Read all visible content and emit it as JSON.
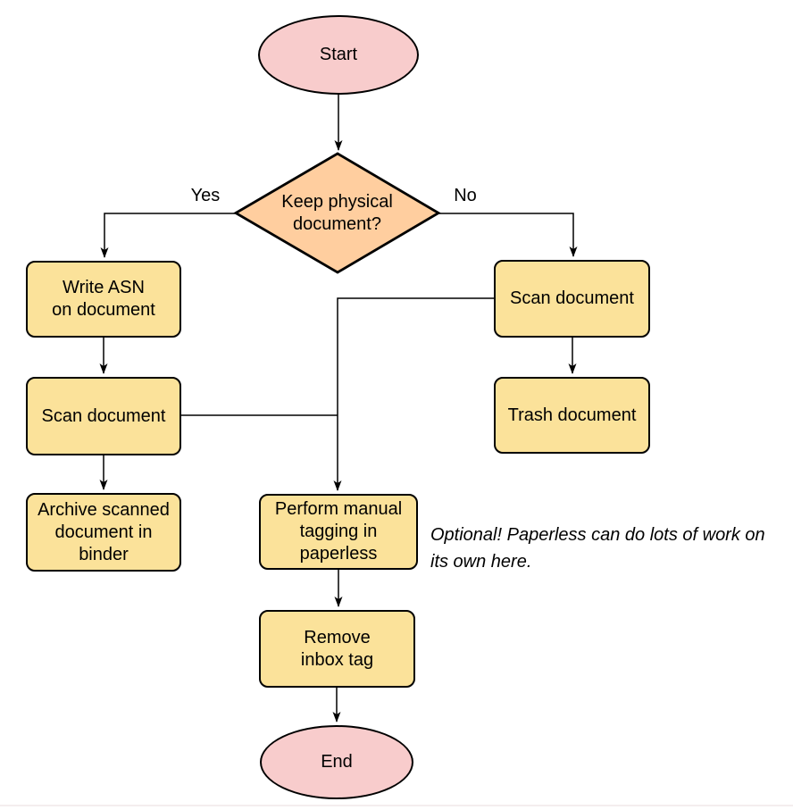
{
  "nodes": {
    "start": {
      "label": "Start"
    },
    "decision": {
      "label": [
        "Keep physical",
        "document?"
      ]
    },
    "write_asn": {
      "label": [
        "Write ASN",
        "on document"
      ]
    },
    "scan_left": {
      "label": "Scan document"
    },
    "archive": {
      "label": [
        "Archive scanned",
        "document in",
        "binder"
      ]
    },
    "scan_right": {
      "label": "Scan document"
    },
    "trash": {
      "label": "Trash document"
    },
    "perform_tagging": {
      "label": [
        "Perform manual",
        "tagging in",
        "paperless"
      ]
    },
    "remove_inbox": {
      "label": [
        "Remove",
        "inbox tag"
      ]
    },
    "end": {
      "label": "End"
    }
  },
  "edge_labels": {
    "yes": "Yes",
    "no": "No"
  },
  "note": {
    "text": [
      "Optional! Paperless can do lots of work on",
      "its own here."
    ]
  },
  "colors": {
    "terminator_fill": "#f8cccc",
    "decision_fill": "#ffce9f",
    "process_fill": "#fbe29a",
    "stroke": "#000000"
  }
}
